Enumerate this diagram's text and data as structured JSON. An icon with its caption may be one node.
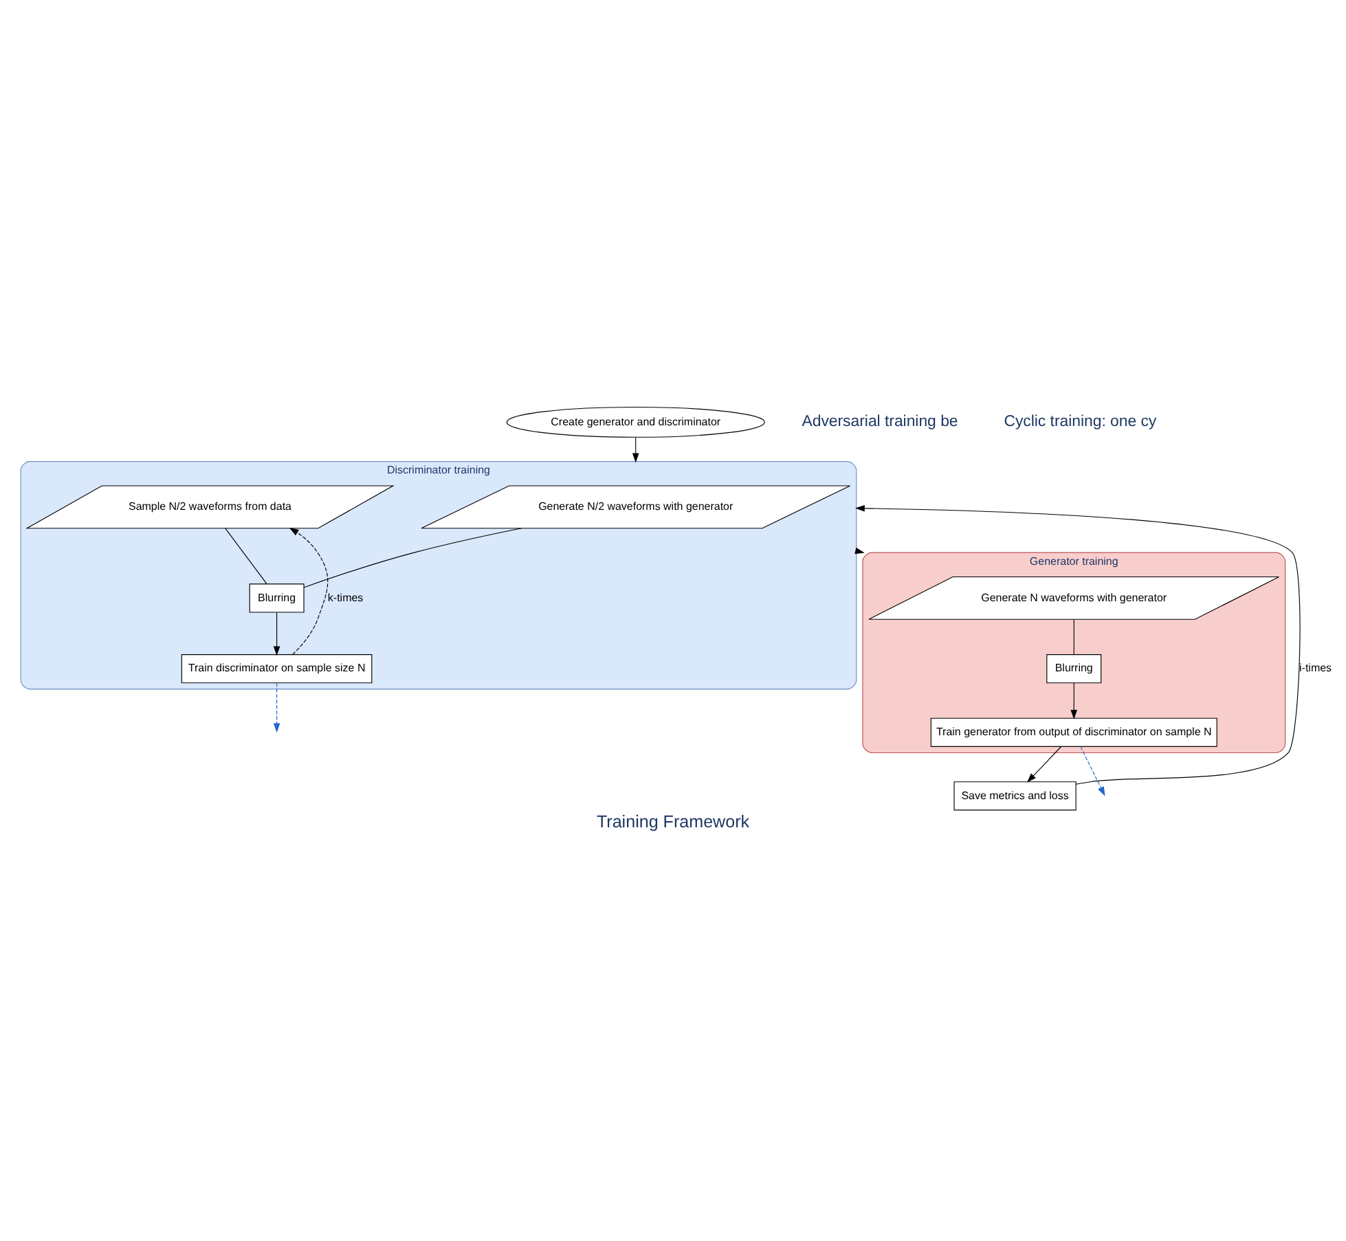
{
  "diagram": {
    "caption": "Training Framework",
    "nodes": [
      {
        "text": [
          "Create generator and discriminator"
        ]
      },
      {
        "text": [
          "Discriminator training"
        ]
      },
      {
        "text": [
          "Generate N/2 waveforms with generator"
        ],
        "in": 1
      },
      {
        "text": [
          "Sample N/2 waveforms from data"
        ],
        "in": 1
      },
      {
        "text": [
          "Blurring"
        ],
        "in": 1
      },
      {
        "text": [
          "Train discriminator on sample size N"
        ],
        "in": 1
      },
      {
        "text": [
          "Generator training"
        ]
      },
      {
        "text": [
          "Generate N waveforms with generator"
        ],
        "in": 6
      },
      {
        "text": [
          "Blurring"
        ],
        "in": 6
      },
      {
        "text": [
          "Train generator from output of discriminator on sample N"
        ],
        "in": 6
      },
      {
        "text": [
          "Save metrics and loss"
        ]
      }
    ],
    "edges": [
      {
        "from": 0,
        "to": 1,
        "arrow": "to"
      },
      {
        "from": 2,
        "to": 4,
        "arrow": "none"
      },
      {
        "from": 3,
        "to": 4,
        "arrow": "none"
      },
      {
        "from": 4,
        "to": 5,
        "arrow": "to"
      },
      {
        "from": 5,
        "to": 3,
        "arrow": "to",
        "label": "k-times",
        "style": "dashed"
      },
      {
        "from": 1,
        "to": 6,
        "arrow": "to"
      },
      {
        "from": 7,
        "to": 8,
        "arrow": "none"
      },
      {
        "from": 8,
        "to": 9,
        "arrow": "to"
      },
      {
        "from": 9,
        "to": 10,
        "arrow": "to"
      },
      {
        "from": 10,
        "to": 1,
        "arrow": "to",
        "label": "i-times"
      },
      {
        "from": 5,
        "to": null,
        "arrow": "to",
        "style": "dashed",
        "color": "#1f66c9"
      },
      {
        "from": 9,
        "to": null,
        "arrow": "to",
        "style": "dashed",
        "color": "#1f66c9"
      }
    ],
    "labels": [
      "Adversarial training be",
      "Cyclic training: one cy"
    ]
  }
}
